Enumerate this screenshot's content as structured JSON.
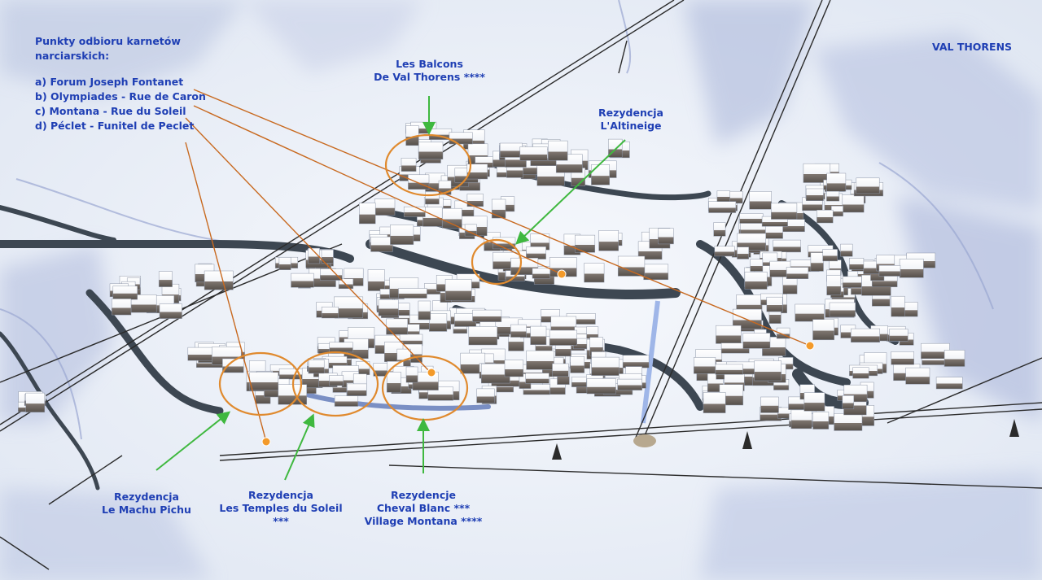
{
  "map": {
    "title": "VAL THORENS",
    "legend": {
      "heading_line1": "Punkty odbioru karnetów",
      "heading_line2": "narciarskich:",
      "items": [
        {
          "key": "a",
          "label": "a) Forum Joseph Fontanet"
        },
        {
          "key": "b",
          "label": "b) Olympiades - Rue de Caron"
        },
        {
          "key": "c",
          "label": "c) Montana - Rue du Soleil"
        },
        {
          "key": "d",
          "label": "d) Péclet - Funitel de Peclet"
        }
      ]
    },
    "residences": [
      {
        "id": "balcons",
        "lines": [
          "Les Balcons",
          "De Val Thorens ****"
        ]
      },
      {
        "id": "altineige",
        "lines": [
          "Rezydencja",
          "L'Altineige"
        ]
      },
      {
        "id": "machu",
        "lines": [
          "Rezydencja",
          "Le Machu Pichu"
        ]
      },
      {
        "id": "temples",
        "lines": [
          "Rezydencja",
          "Les Temples du Soleil",
          "***"
        ]
      },
      {
        "id": "cheval",
        "lines": [
          "Rezydencje",
          "Cheval Blanc ***",
          "Village Montana ****"
        ]
      }
    ],
    "colors": {
      "label": "#1f3fb4",
      "ring": "#e08a2e",
      "pickup_point": "#f39a2a",
      "pointer_line": "#c8691f",
      "arrow": "#3fb83f",
      "snow": "#eef2f9",
      "road": "#3d4752",
      "shadow": "#8a98c8"
    }
  }
}
